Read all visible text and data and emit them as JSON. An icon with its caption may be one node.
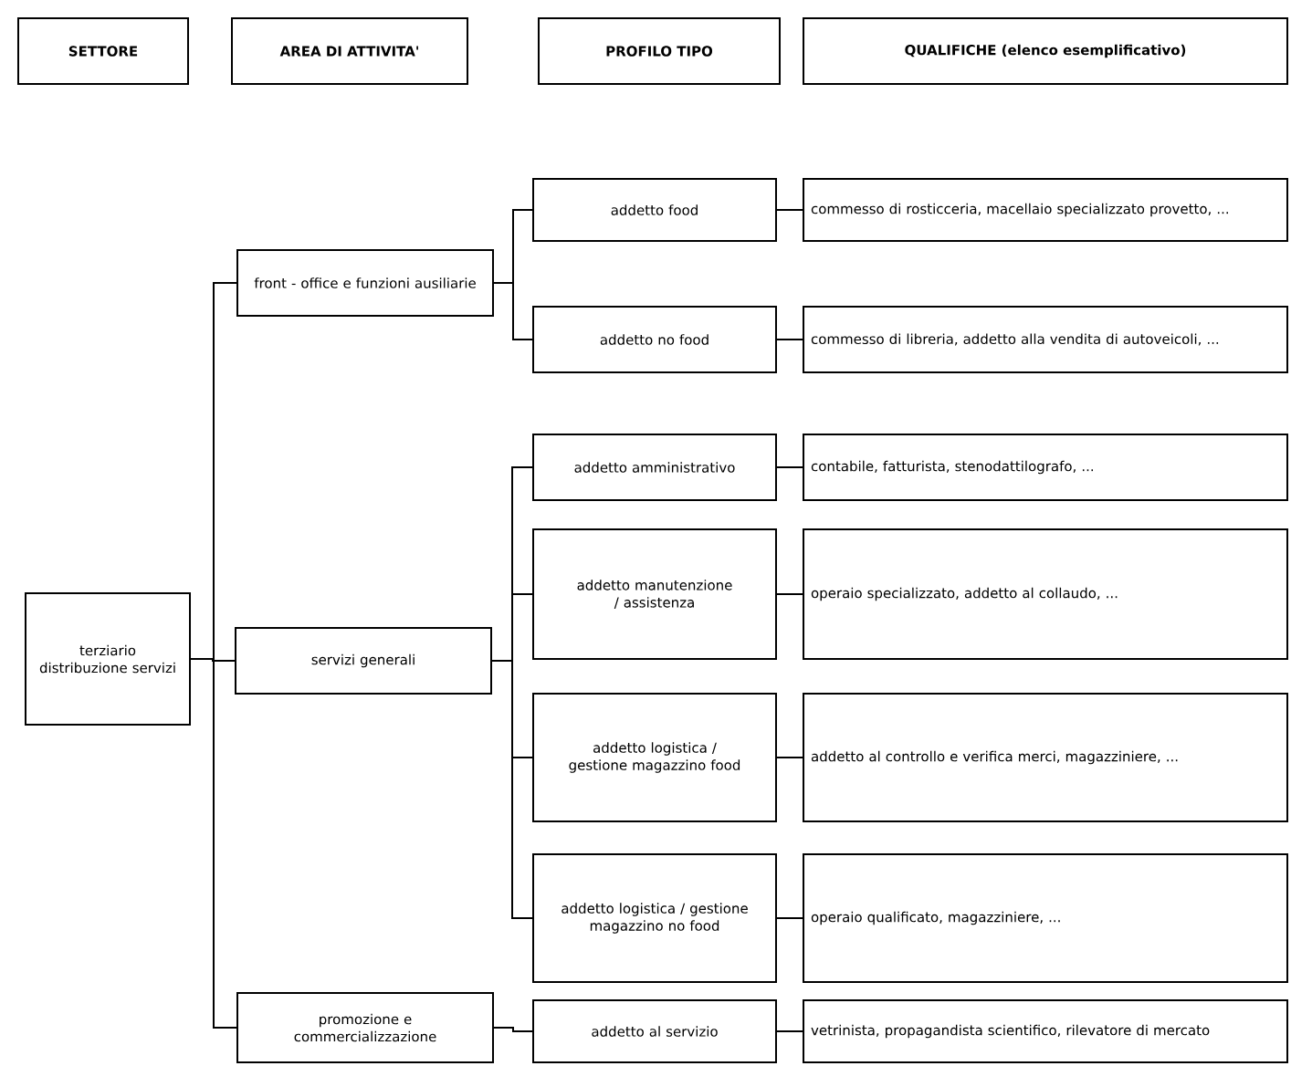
{
  "diagram": {
    "nodes": [
      {
        "text": [
          "SETTORE"
        ]
      },
      {
        "text": [
          "AREA DI ATTIVITA'"
        ]
      },
      {
        "text": [
          "PROFILO TIPO"
        ]
      },
      {
        "text": [
          "QUALIFICHE (elenco esemplificativo)"
        ]
      },
      {
        "text": [
          "terziario distribuzione servizi"
        ]
      },
      {
        "text": [
          "front - office e funzioni ausiliarie"
        ]
      },
      {
        "text": [
          "servizi generali"
        ]
      },
      {
        "text": [
          "promozione e commercializzazione"
        ]
      },
      {
        "text": [
          "addetto food"
        ]
      },
      {
        "text": [
          "addetto no food"
        ]
      },
      {
        "text": [
          "addetto amministrativo"
        ]
      },
      {
        "text": [
          "addetto manutenzione / assistenza"
        ]
      },
      {
        "text": [
          "addetto logistica / gestione magazzino food"
        ]
      },
      {
        "text": [
          "addetto logistica / gestione magazzino no food"
        ]
      },
      {
        "text": [
          "addetto al servizio"
        ]
      },
      {
        "text": [
          "commesso di rosticceria, macellaio specializzato provetto, ..."
        ]
      },
      {
        "text": [
          "commesso di libreria, addetto alla vendita di autoveicoli, ..."
        ]
      },
      {
        "text": [
          "contabile, fatturista, stenodattilografo, ..."
        ]
      },
      {
        "text": [
          "operaio specializzato, addetto al collaudo, ..."
        ]
      },
      {
        "text": [
          "addetto al controllo e verifica merci, magazziniere, ..."
        ]
      },
      {
        "text": [
          "operaio qualificato, magazziniere, ..."
        ]
      },
      {
        "text": [
          "vetrinista, propagandista scientifico, rilevatore di mercato"
        ]
      }
    ],
    "edges": [
      {
        "from": 4,
        "to": 5,
        "arrow": "none"
      },
      {
        "from": 4,
        "to": 6,
        "arrow": "none"
      },
      {
        "from": 4,
        "to": 7,
        "arrow": "none"
      },
      {
        "from": 5,
        "to": 8,
        "arrow": "none"
      },
      {
        "from": 5,
        "to": 9,
        "arrow": "none"
      },
      {
        "from": 6,
        "to": 10,
        "arrow": "none"
      },
      {
        "from": 6,
        "to": 11,
        "arrow": "none"
      },
      {
        "from": 6,
        "to": 12,
        "arrow": "none"
      },
      {
        "from": 6,
        "to": 13,
        "arrow": "none"
      },
      {
        "from": 7,
        "to": 14,
        "arrow": "none"
      },
      {
        "from": 8,
        "to": 15,
        "arrow": "none"
      },
      {
        "from": 9,
        "to": 16,
        "arrow": "none"
      },
      {
        "from": 10,
        "to": 17,
        "arrow": "none"
      },
      {
        "from": 11,
        "to": 18,
        "arrow": "none"
      },
      {
        "from": 12,
        "to": 19,
        "arrow": "none"
      },
      {
        "from": 13,
        "to": 20,
        "arrow": "none"
      },
      {
        "from": 14,
        "to": 21,
        "arrow": "none"
      }
    ]
  }
}
